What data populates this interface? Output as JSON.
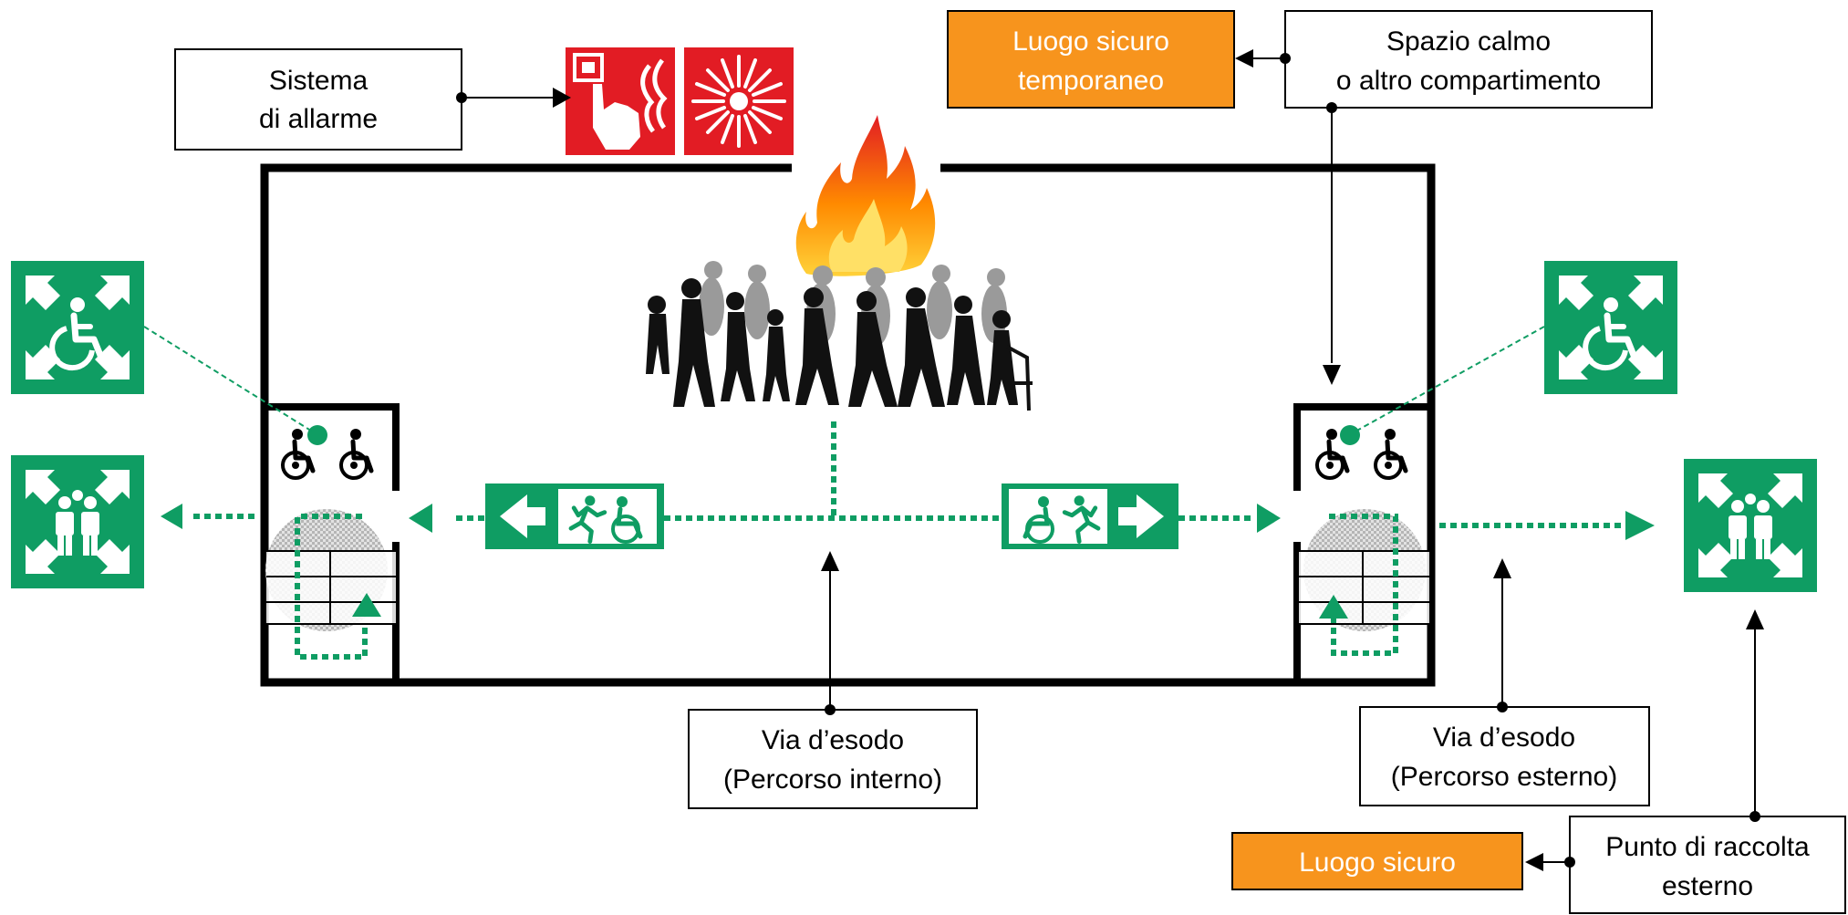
{
  "colors": {
    "accent_green": "#0f9d63",
    "safe_orange": "#f7941d",
    "alarm_red": "#e21c24",
    "wall": "#000000",
    "hatch_grey": "#c8c8c8"
  },
  "labels": {
    "alarm_system": {
      "line1": "Sistema",
      "line2": "di allarme"
    },
    "temporary_safe_place": {
      "line1": "Luogo sicuro",
      "line2": "temporaneo"
    },
    "calm_space": {
      "line1": "Spazio calmo",
      "line2": "o altro compartimento"
    },
    "internal_route": {
      "line1": "Via d’esodo",
      "line2": "(Percorso interno)"
    },
    "external_route": {
      "line1": "Via d’esodo",
      "line2": "(Percorso esterno)"
    },
    "safe_place": {
      "line1": "Luogo sicuro"
    },
    "external_assembly_point": {
      "line1": "Punto di raccolta",
      "line2": "esterno"
    }
  },
  "icons": {
    "alarm_call_point": "manual-call-point-icon",
    "fire_extinguishing": "fire-symbol-icon",
    "alarm_siren": "siren-icon",
    "fire": "fire-icon",
    "crowd": "crowd-icon",
    "disabled_assembly": "disabled-assembly-point-icon",
    "assembly": "assembly-point-icon",
    "wheelchair": "wheelchair-icon",
    "exit_sign": "emergency-exit-sign-icon"
  }
}
